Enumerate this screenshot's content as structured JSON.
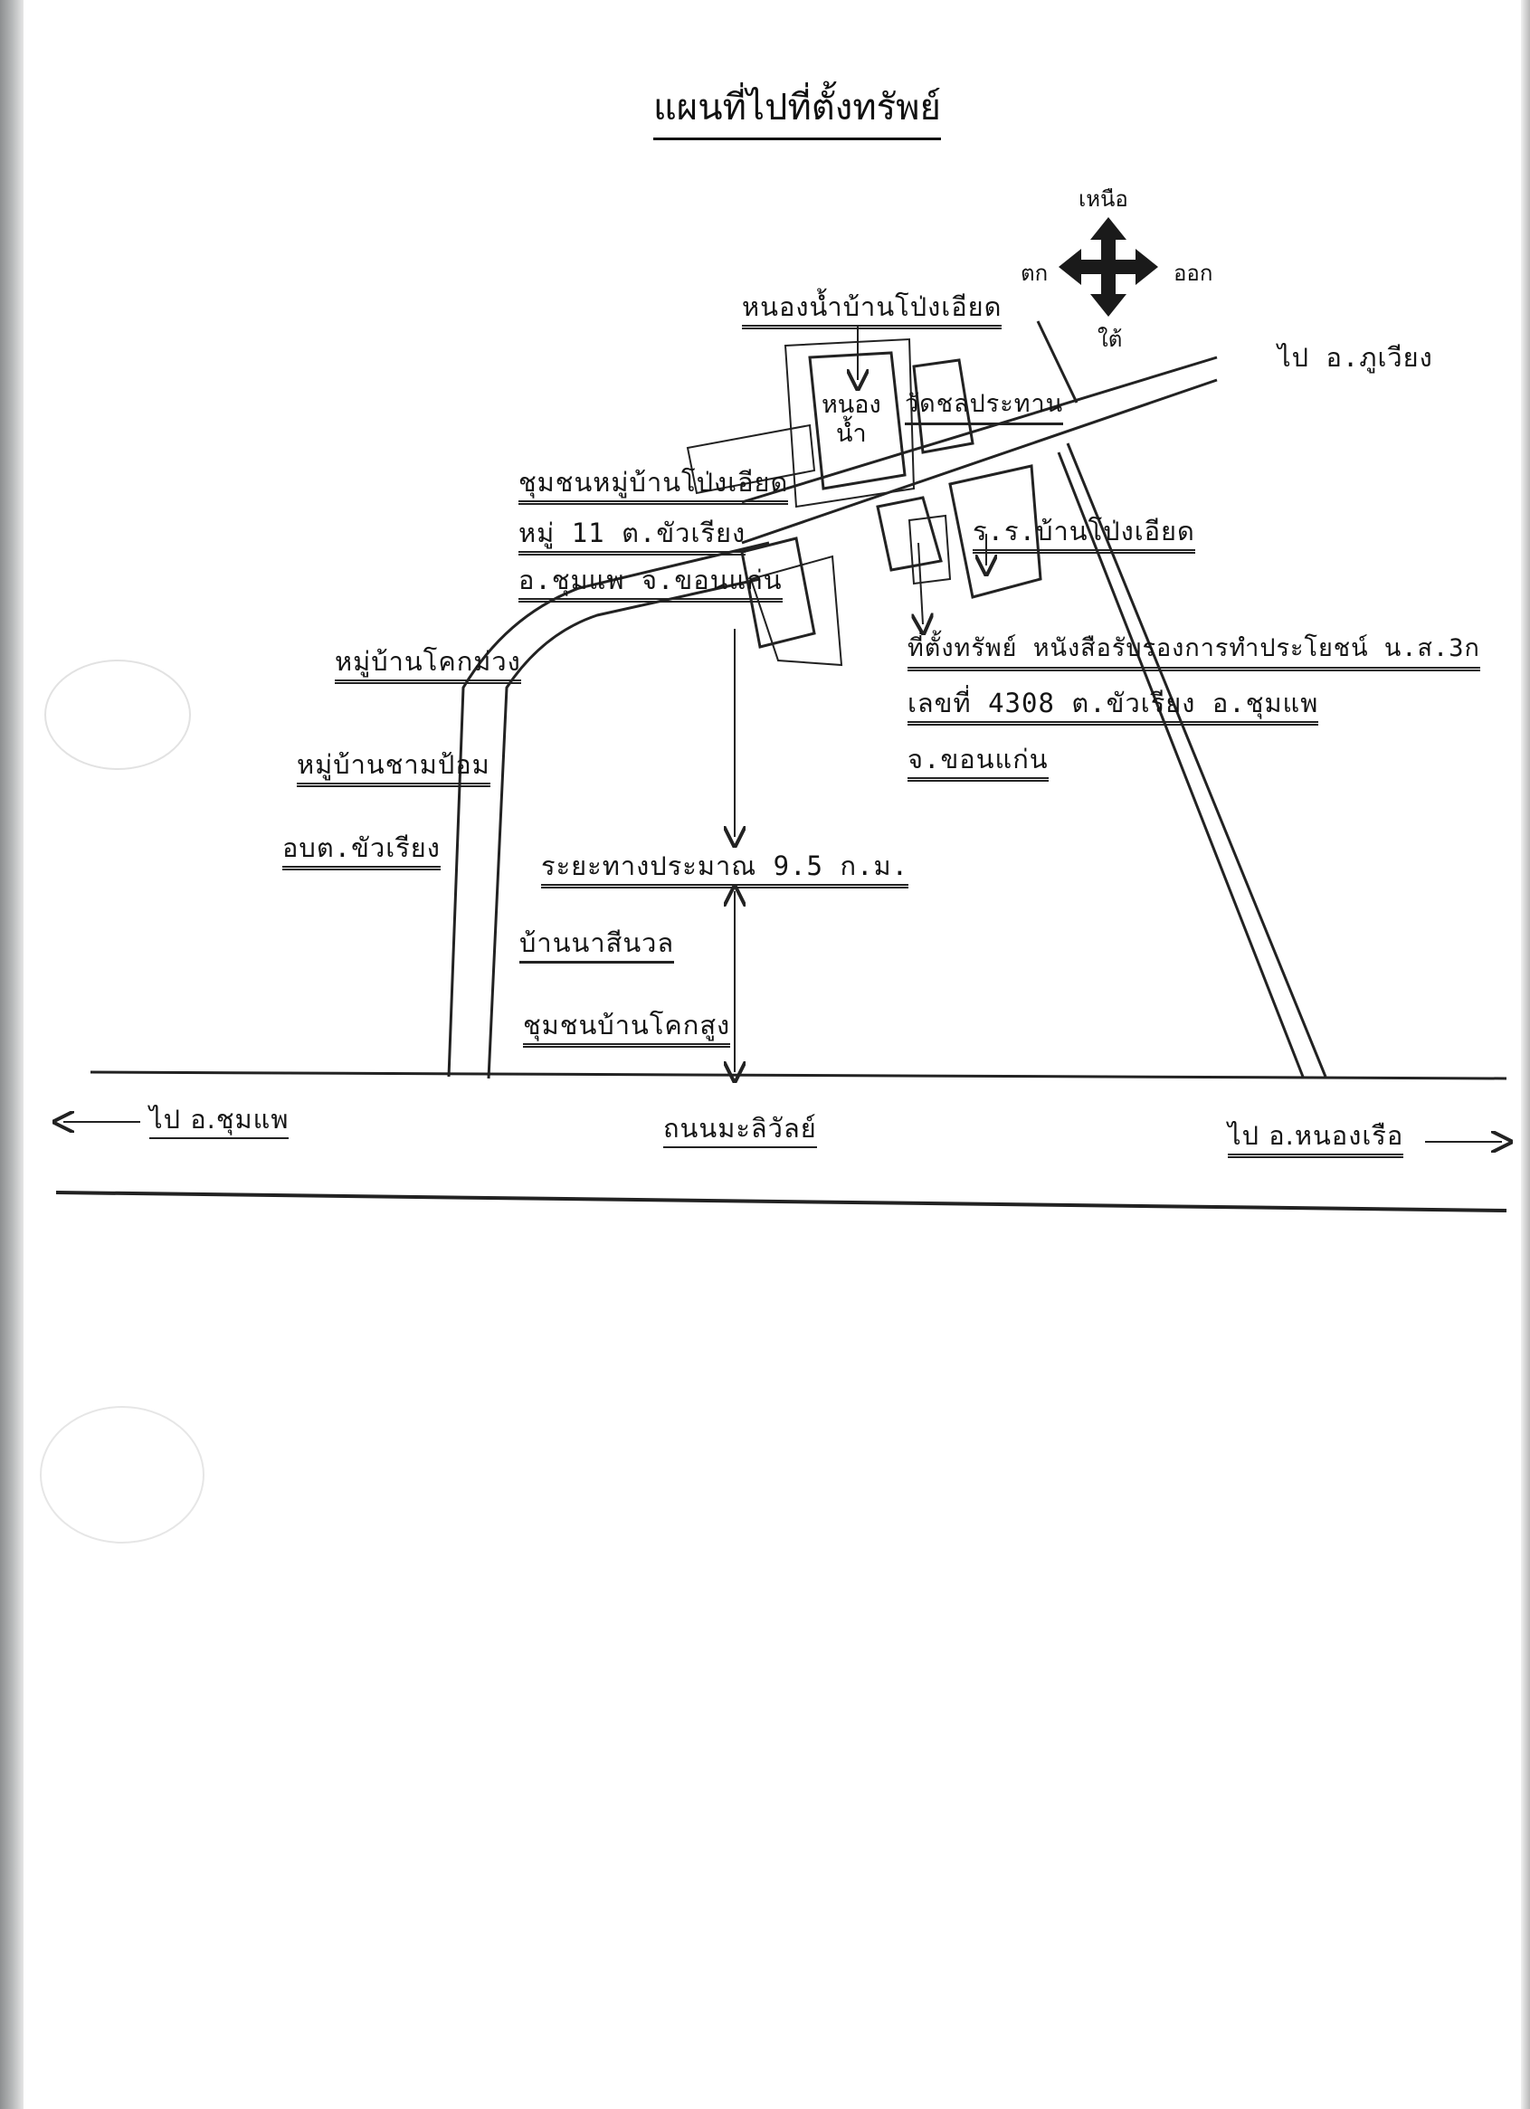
{
  "title": "แผนที่ไปที่ตั้งทรัพย์",
  "compass": {
    "north": "เหนือ",
    "west": "ตก",
    "east": "ออก",
    "south": "ใต้"
  },
  "labels": {
    "pond_village": "หนองน้ำบ้านโป่งเอียด",
    "to_phu_wiang": "ไป อ.ภูเวียง",
    "pond": "หนอง",
    "pond_water": "น้ำ",
    "temple": "วัดชลประทาน",
    "community_line1": "ชุมชนหมู่บ้านโป่งเอียด",
    "community_line2": "หมู่ 11 ต.ขัวเรียง",
    "community_line3": "อ.ชุมแพ จ.ขอนแก่น",
    "school": "ร.ร.บ้านโป่งเอียด",
    "village_khok_muang": "หมู่บ้านโคกม่วง",
    "property_line1": "ที่ตั้งทรัพย์ หนังสือรับรองการทำประโยชน์ น.ส.3ก",
    "property_line2": "เลขที่ 4308 ต.ขัวเรียง อ.ชุมแพ",
    "property_line3": "จ.ขอนแก่น",
    "village_cham_pom": "หมู่บ้านชามป้อม",
    "sao_khua_riang": "อบต.ขัวเรียง",
    "distance": "ระยะทางประมาณ 9.5 ก.ม.",
    "ban_na_si_nuan": "บ้านนาสีนวล",
    "ban_khok_sung": "ชุมชนบ้านโคกสูง",
    "to_chum_phae": "ไป อ.ชุมแพ",
    "road_mali_walai": "ถนนมะลิวัลย์",
    "to_nong_ruea": "ไป อ.หนองเรือ"
  }
}
